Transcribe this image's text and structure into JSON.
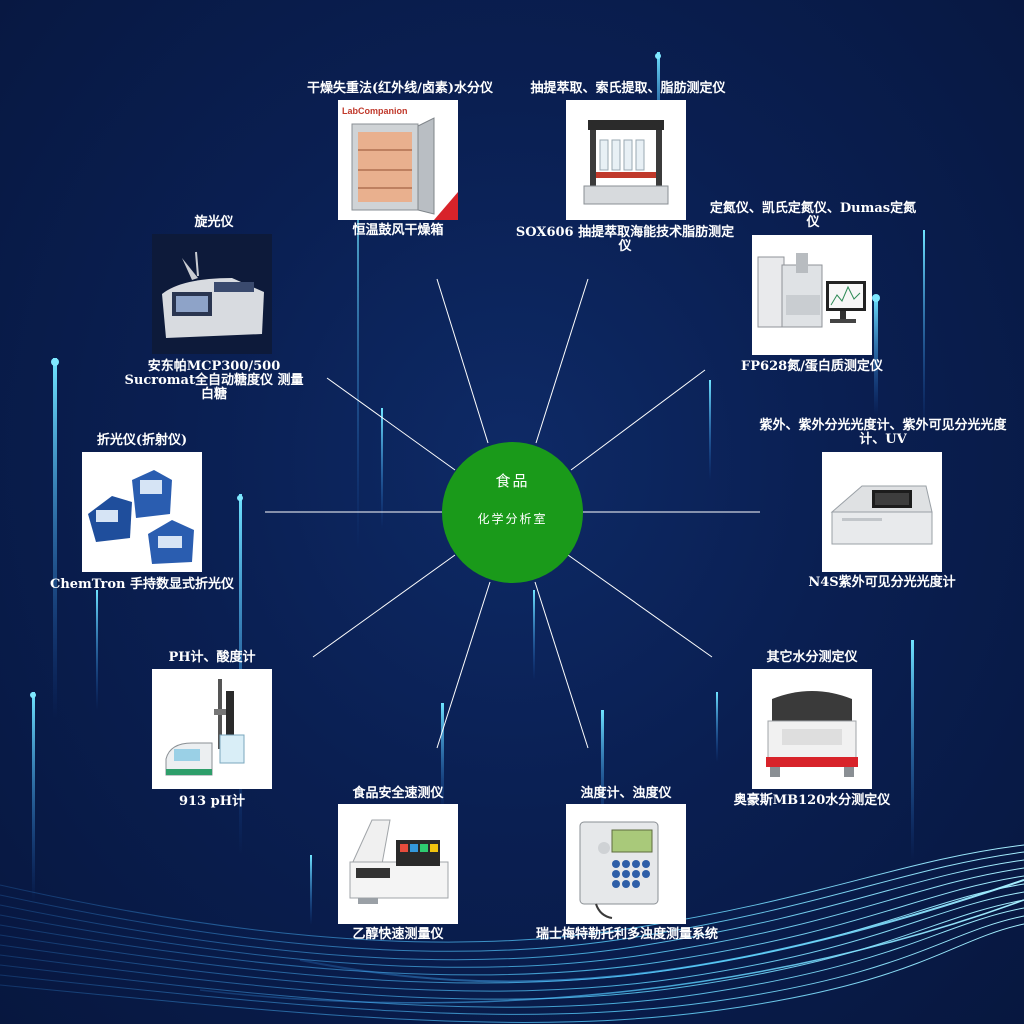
{
  "hub": {
    "title": "食品",
    "subtitle": "化学分析室"
  },
  "nodes": [
    {
      "key": "oven",
      "category": "干燥失重法(红外线/卤素)水分仪",
      "product": "恒温鼓风干燥箱",
      "logo_text": "LabCompanion"
    },
    {
      "key": "sox",
      "category": "抽提萃取、索氏提取、脂肪测定仪",
      "product": "SOX606 抽提萃取海能技术脂肪测定仪"
    },
    {
      "key": "nitrogen",
      "category": "定氮仪、凯氏定氮仪、Dumas定氮仪",
      "product": "FP628氮/蛋白质测定仪"
    },
    {
      "key": "uv",
      "category": "紫外、紫外分光光度计、紫外可见分光光度计、UV",
      "product": "N4S紫外可见分光光度计"
    },
    {
      "key": "moisture",
      "category": "其它水分测定仪",
      "product": "奥豪斯MB120水分测定仪"
    },
    {
      "key": "turbidity",
      "category": "浊度计、浊度仪",
      "product": "瑞士梅特勒托利多浊度测量系统"
    },
    {
      "key": "foodsafety",
      "category": "食品安全速测仪",
      "product": "乙醇快速测量仪"
    },
    {
      "key": "ph",
      "category": "PH计、酸度计",
      "product": "913 pH计"
    },
    {
      "key": "refracto",
      "category": "折光仪(折射仪)",
      "product": "ChemTron 手持数显式折光仪"
    },
    {
      "key": "polarimeter",
      "category": "旋光仪",
      "product": "安东帕MCP300/500 Sucromat全自动糖度仪 测量 白糖"
    }
  ],
  "colors": {
    "hub": "#1a9a1a",
    "background": "#0a1f52",
    "glow": "#29c5ff",
    "spoke": "#ffffff"
  }
}
